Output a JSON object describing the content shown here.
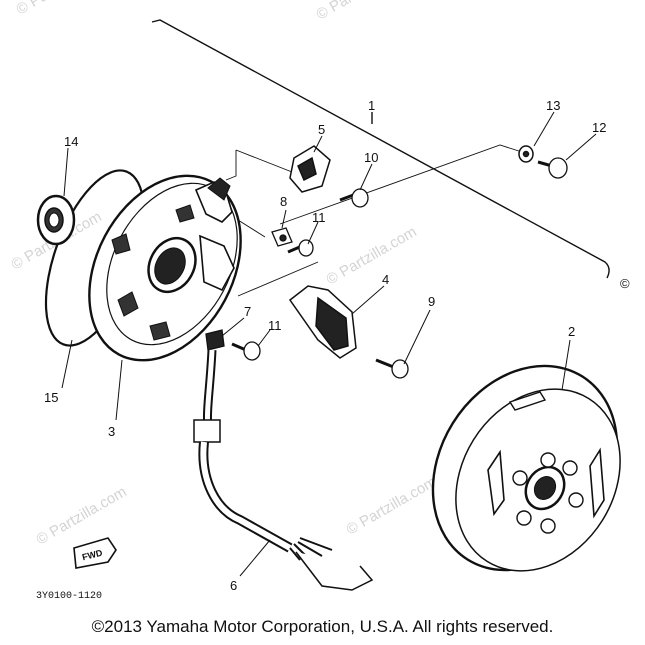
{
  "diagram": {
    "callouts": {
      "p1": "1",
      "p2": "2",
      "p3": "3",
      "p4": "4",
      "p5": "5",
      "p6": "6",
      "p7": "7",
      "p8": "8",
      "p9": "9",
      "p10": "10",
      "p11a": "11",
      "p11b": "11",
      "p12": "12",
      "p13": "13",
      "p14": "14",
      "p15": "15"
    },
    "copyright_mark": "©",
    "fwd_label": "FWD",
    "drawing_code": "3Y0100-1120",
    "watermark": "© Partzilla.com"
  },
  "footer": {
    "copyright": "©2013  Yamaha Motor Corporation, U.S.A. All rights reserved."
  }
}
